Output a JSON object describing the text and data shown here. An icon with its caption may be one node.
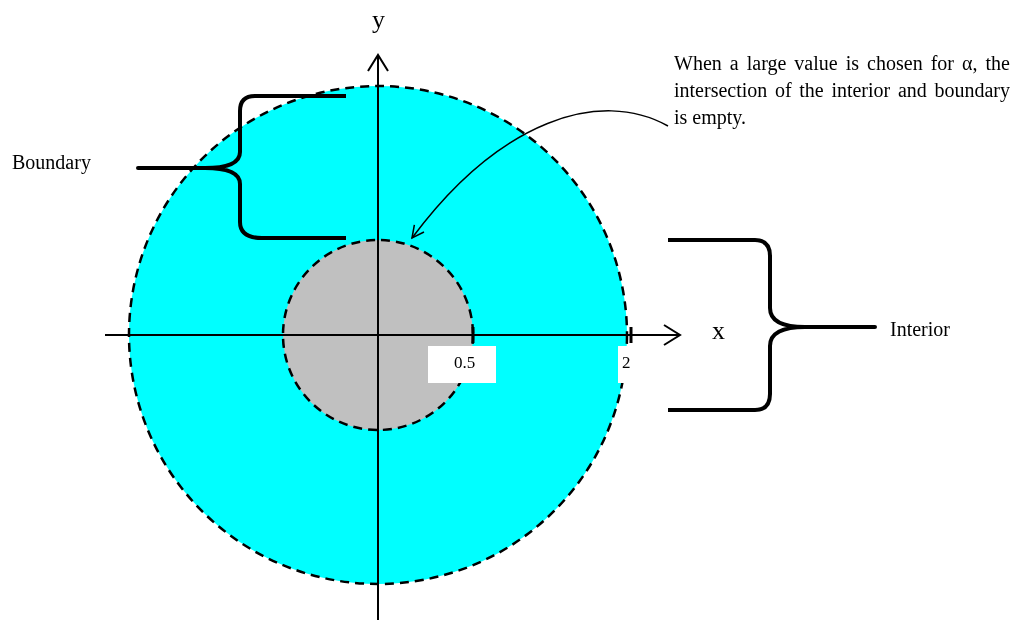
{
  "diagram": {
    "nodes": [
      {
        "text": [
          "When a large value is chosen for α, the intersection of the interior and boundary is empty."
        ]
      },
      {
        "text": [],
        "shape": "circle"
      }
    ],
    "edges": [
      {
        "from": 0,
        "to": 1,
        "arrow": "to"
      }
    ],
    "labels": [
      "y",
      "Boundary",
      "x",
      "Interior",
      "0.5",
      "2"
    ]
  }
}
